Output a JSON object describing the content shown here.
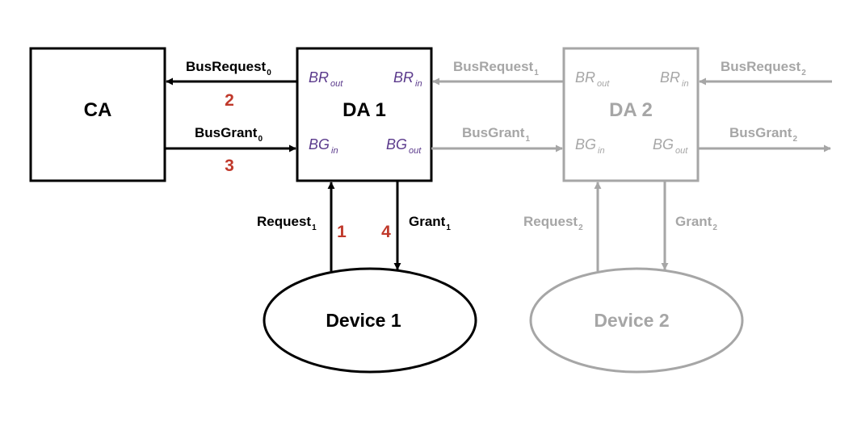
{
  "colors": {
    "active": "#000000",
    "inactive": "#a6a6a6",
    "port_active": "#5b3a8c",
    "port_inactive": "#a6a6a6",
    "step": "#c0392b"
  },
  "nodes": {
    "ca": {
      "label": "CA"
    },
    "da1": {
      "label": "DA 1",
      "br_out": "BR",
      "br_out_sub": "out",
      "br_in": "BR",
      "br_in_sub": "in",
      "bg_in": "BG",
      "bg_in_sub": "in",
      "bg_out": "BG",
      "bg_out_sub": "out"
    },
    "da2": {
      "label": "DA 2",
      "br_out": "BR",
      "br_out_sub": "out",
      "br_in": "BR",
      "br_in_sub": "in",
      "bg_in": "BG",
      "bg_in_sub": "in",
      "bg_out": "BG",
      "bg_out_sub": "out"
    },
    "device1": {
      "label": "Device 1"
    },
    "device2": {
      "label": "Device 2"
    }
  },
  "signals": {
    "busrequest0": {
      "text": "BusRequest",
      "sub": "0"
    },
    "busgrant0": {
      "text": "BusGrant",
      "sub": "0"
    },
    "busrequest1": {
      "text": "BusRequest",
      "sub": "1"
    },
    "busgrant1": {
      "text": "BusGrant",
      "sub": "1"
    },
    "busrequest2": {
      "text": "BusRequest",
      "sub": "2"
    },
    "busgrant2": {
      "text": "BusGrant",
      "sub": "2"
    },
    "request1": {
      "text": "Request",
      "sub": "1"
    },
    "grant1": {
      "text": "Grant",
      "sub": "1"
    },
    "request2": {
      "text": "Request",
      "sub": "2"
    },
    "grant2": {
      "text": "Grant",
      "sub": "2"
    }
  },
  "steps": {
    "s1": "1",
    "s2": "2",
    "s3": "3",
    "s4": "4"
  }
}
